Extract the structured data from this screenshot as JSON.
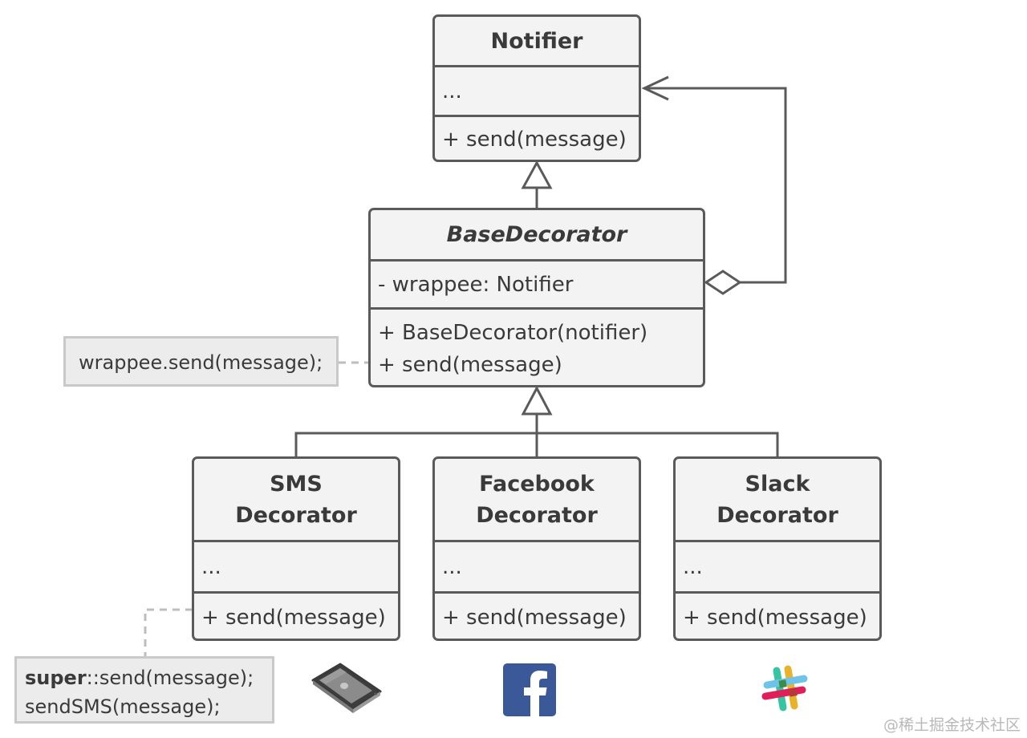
{
  "colors": {
    "stroke": "#5a5a5a",
    "box_fill": "#f3f3f3",
    "note_fill": "#ececec",
    "note_border": "#c9c9c9",
    "dashed": "#bdbdbd",
    "facebook": "#3b5998"
  },
  "notifier": {
    "title": "Notifier",
    "fields": "...",
    "method": "+ send(message)"
  },
  "base_decorator": {
    "title": "BaseDecorator",
    "field": "- wrappee: Notifier",
    "method_1": "+ BaseDecorator(notifier)",
    "method_2": "+ send(message)"
  },
  "sms": {
    "title_line_1": "SMS",
    "title_line_2": "Decorator",
    "fields": "...",
    "method": "+ send(message)"
  },
  "facebook": {
    "title_line_1": "Facebook",
    "title_line_2": "Decorator",
    "fields": "...",
    "method": "+ send(message)"
  },
  "slack": {
    "title_line_1": "Slack",
    "title_line_2": "Decorator",
    "fields": "...",
    "method": "+ send(message)"
  },
  "note_base": {
    "line": "wrappee.send(message);"
  },
  "note_sms": {
    "line_1_keyword": "super",
    "line_1_rest": "::send(message);",
    "line_2": "sendSMS(message);"
  },
  "icons": {
    "phone": "smartphone-icon",
    "facebook": "facebook-icon",
    "slack": "slack-icon"
  },
  "watermark": "@稀土掘金技术社区"
}
